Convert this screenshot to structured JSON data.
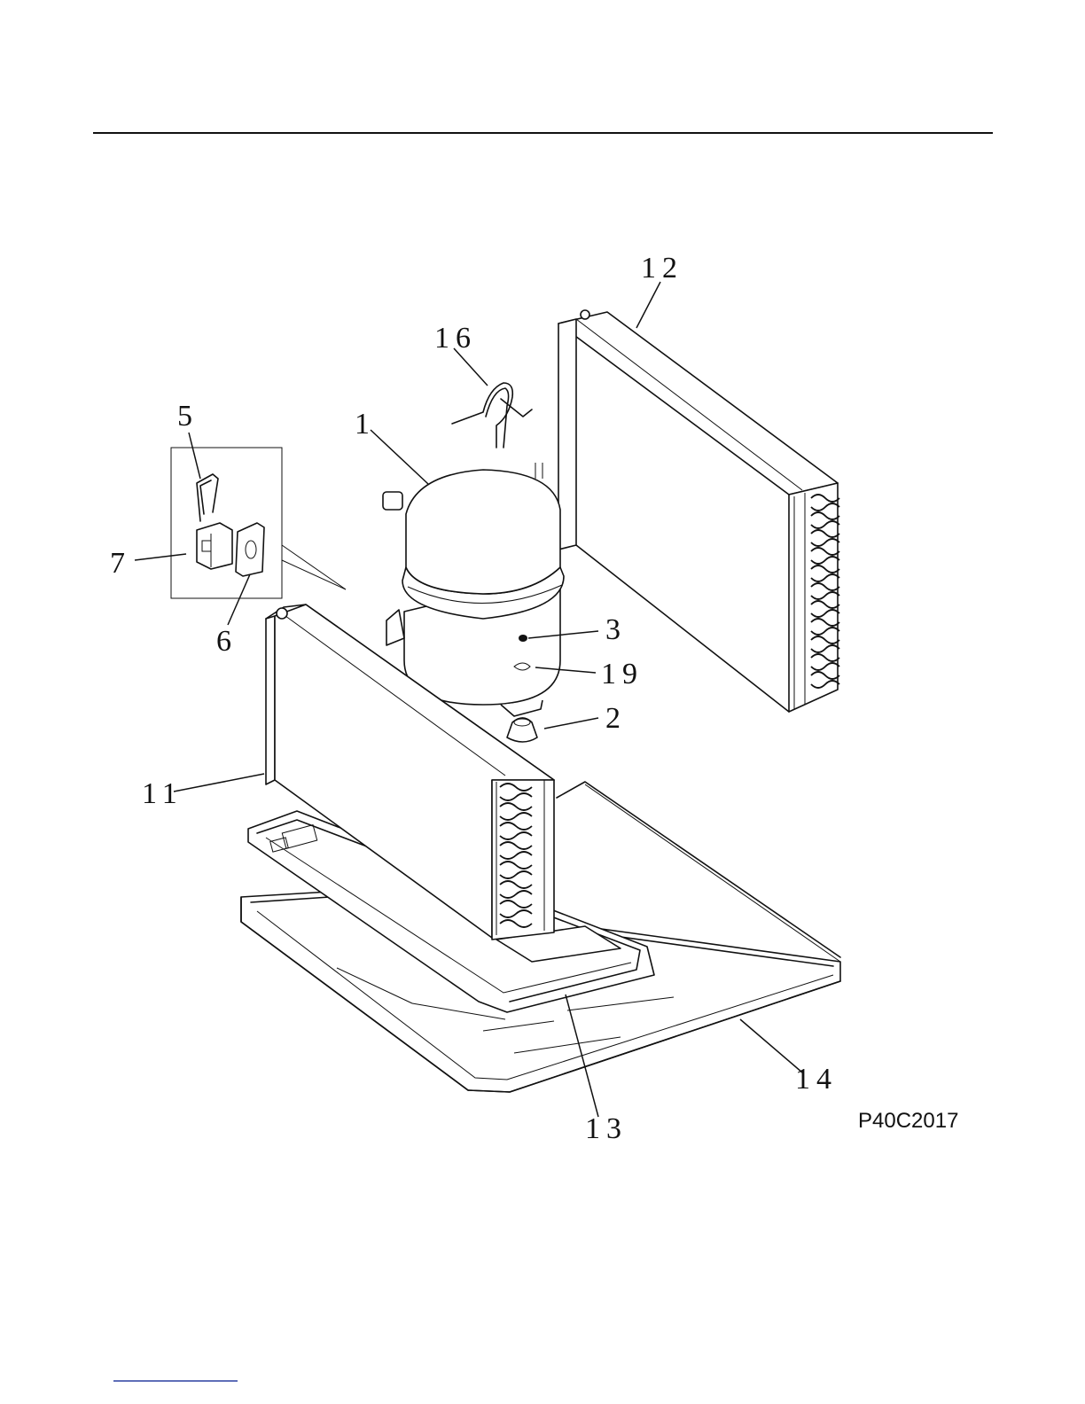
{
  "drawing": {
    "code": "P40C2017",
    "callouts": [
      {
        "id": "c1",
        "label": "1"
      },
      {
        "id": "c2",
        "label": "2"
      },
      {
        "id": "c3",
        "label": "3"
      },
      {
        "id": "c5",
        "label": "5"
      },
      {
        "id": "c6",
        "label": "6"
      },
      {
        "id": "c7",
        "label": "7"
      },
      {
        "id": "c11",
        "label": "11"
      },
      {
        "id": "c12",
        "label": "12"
      },
      {
        "id": "c13",
        "label": "13"
      },
      {
        "id": "c14",
        "label": "14"
      },
      {
        "id": "c16",
        "label": "16"
      },
      {
        "id": "c19",
        "label": "19"
      }
    ]
  },
  "colors": {
    "ink": "#111111",
    "paper": "#ffffff",
    "footer_rule": "#2a3fa0"
  }
}
